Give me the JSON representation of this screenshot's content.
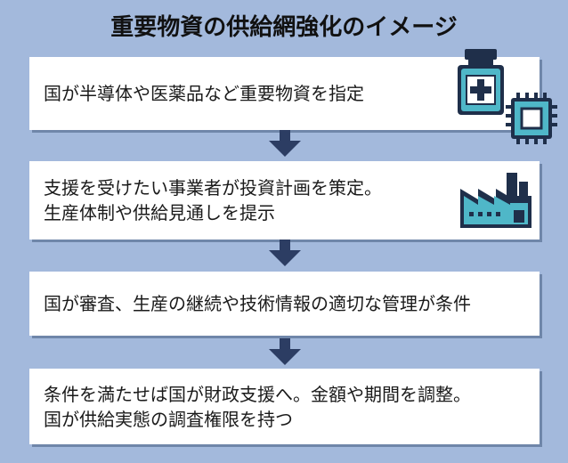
{
  "title": "重要物資の供給網強化のイメージ",
  "steps": [
    {
      "lines": [
        "国が半導体や医薬品など重要物資を指定"
      ],
      "icons": [
        "medicine-bottle-icon",
        "chip-icon"
      ]
    },
    {
      "lines": [
        "支援を受けたい事業者が投資計画を策定。",
        "生産体制や供給見通しを提示"
      ],
      "icons": [
        "factory-icon"
      ]
    },
    {
      "lines": [
        "国が審査、生産の継続や技術情報の適切な管理が条件"
      ],
      "icons": []
    },
    {
      "lines": [
        "条件を満たせば国が財政支援へ。金額や期間を調整。",
        "国が供給実態の調査権限を持つ"
      ],
      "icons": []
    }
  ],
  "colors": {
    "background": "#a3b9dc",
    "arrow": "#2c3d63",
    "icon_teal": "#4fb7c8",
    "icon_dark": "#1f2f4a"
  }
}
